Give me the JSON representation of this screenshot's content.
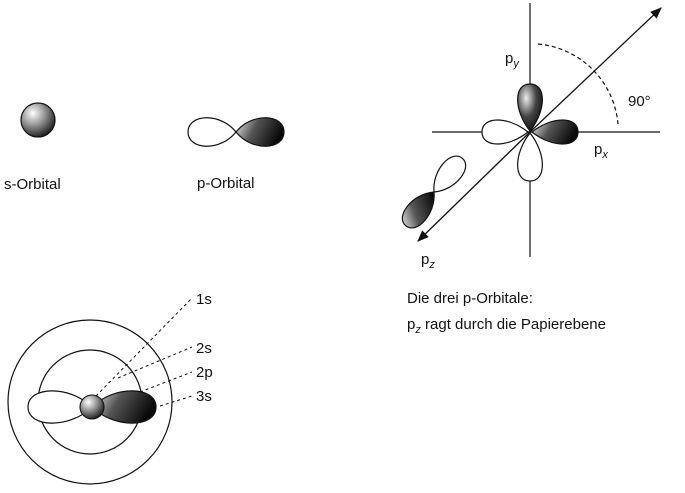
{
  "labels": {
    "s_orbital": "s-Orbital",
    "p_orbital": "p-Orbital",
    "angle": "90°"
  },
  "axes": {
    "py": {
      "base": "p",
      "sub": "y"
    },
    "px": {
      "base": "p",
      "sub": "x"
    },
    "pz": {
      "base": "p",
      "sub": "z"
    }
  },
  "shells": [
    "1s",
    "2s",
    "2p",
    "3s"
  ],
  "caption": {
    "line1": "Die drei p-Orbitale:",
    "line2_sub_base": "p",
    "line2_sub": "z",
    "line2_rest": " ragt durch die Papierebene"
  },
  "colors": {
    "ink": "#111111",
    "lobe_dark": "#111111",
    "lobe_light": "#ffffff"
  }
}
